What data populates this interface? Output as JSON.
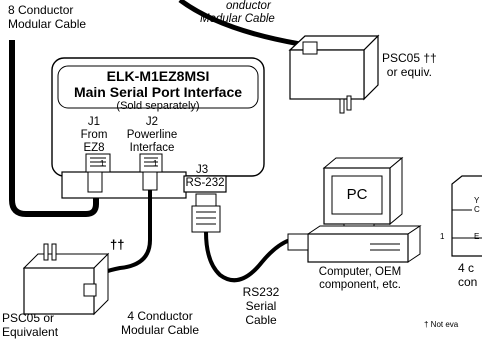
{
  "diagram": {
    "cable_8_conductor": [
      "8 Conductor",
      "Modular Cable"
    ],
    "cable_top_partial": [
      "onductor",
      "Modular Cable"
    ],
    "psc05_top": [
      "PSC05 ††",
      "or equiv."
    ],
    "module": {
      "model": "ELK-M1EZ8MSI",
      "title": "Main Serial Port Interface",
      "subtitle": "(Sold separately)",
      "j1": [
        "J1",
        "From",
        "EZ8"
      ],
      "j2": [
        "J2",
        "Powerline",
        "Interface"
      ],
      "j3_label": "J3",
      "j3_port": "RS-232",
      "pin1_a": "1",
      "pin1_b": "1"
    },
    "pc_label": "PC",
    "computer_caption": [
      "Computer, OEM",
      "component, etc."
    ],
    "rs232_cable": [
      "RS232",
      "Serial",
      "Cable"
    ],
    "psc05_bottom": [
      "PSC05 or",
      "Equivalent"
    ],
    "dagger_mark": "††",
    "cable_4_conductor": [
      "4 Conductor",
      "Modular Cable"
    ],
    "partial_right": {
      "pin1": "1",
      "y_frag": "Y",
      "c_frag": "C",
      "e_frag": "E",
      "caption": [
        "4 c",
        "con"
      ]
    },
    "footnote": "†  Not eva"
  }
}
